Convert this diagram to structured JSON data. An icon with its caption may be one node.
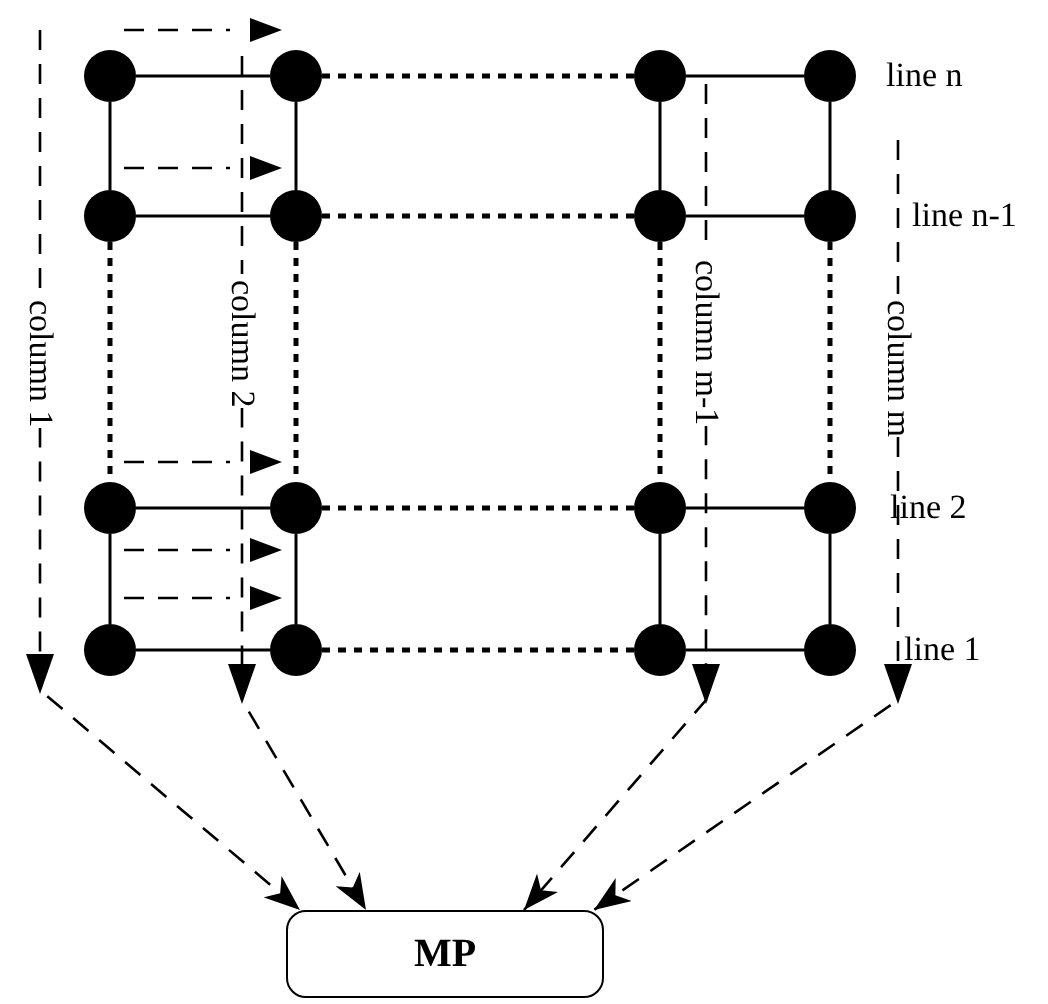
{
  "diagram": {
    "nodes": [
      {
        "text": [],
        "shape": "circle"
      },
      {
        "text": [],
        "shape": "circle"
      },
      {
        "text": [],
        "shape": "circle"
      },
      {
        "text": [],
        "shape": "circle"
      },
      {
        "text": [],
        "shape": "circle"
      },
      {
        "text": [],
        "shape": "circle"
      },
      {
        "text": [],
        "shape": "circle"
      },
      {
        "text": [],
        "shape": "circle"
      },
      {
        "text": [],
        "shape": "circle"
      },
      {
        "text": [],
        "shape": "circle"
      },
      {
        "text": [],
        "shape": "circle"
      },
      {
        "text": [],
        "shape": "circle"
      },
      {
        "text": [],
        "shape": "circle"
      },
      {
        "text": [],
        "shape": "circle"
      },
      {
        "text": [],
        "shape": "circle"
      },
      {
        "text": [],
        "shape": "circle"
      },
      {
        "text": [
          "column 1"
        ]
      },
      {
        "text": [
          "column 2"
        ]
      },
      {
        "text": [
          "column m-1"
        ]
      },
      {
        "text": [
          "column m"
        ]
      },
      {
        "text": [
          "MP"
        ]
      }
    ],
    "edges": [
      {
        "from": 0,
        "to": 1,
        "arrow": "none"
      },
      {
        "from": 1,
        "to": 2,
        "arrow": "none",
        "style": "dashed"
      },
      {
        "from": 2,
        "to": 3,
        "arrow": "none"
      },
      {
        "from": 0,
        "to": 4,
        "arrow": "none"
      },
      {
        "from": 1,
        "to": 5,
        "arrow": "none"
      },
      {
        "from": 2,
        "to": 6,
        "arrow": "none"
      },
      {
        "from": 3,
        "to": 7,
        "arrow": "none"
      },
      {
        "from": 4,
        "to": 5,
        "arrow": "none"
      },
      {
        "from": 5,
        "to": 6,
        "arrow": "none",
        "style": "dashed"
      },
      {
        "from": 6,
        "to": 7,
        "arrow": "none"
      },
      {
        "from": 4,
        "to": 8,
        "arrow": "none",
        "style": "dashed"
      },
      {
        "from": 5,
        "to": 9,
        "arrow": "none",
        "style": "dashed"
      },
      {
        "from": 6,
        "to": 10,
        "arrow": "none",
        "style": "dashed"
      },
      {
        "from": 7,
        "to": 11,
        "arrow": "none",
        "style": "dashed"
      },
      {
        "from": 8,
        "to": 9,
        "arrow": "none"
      },
      {
        "from": 9,
        "to": 10,
        "arrow": "none",
        "style": "dashed"
      },
      {
        "from": 10,
        "to": 11,
        "arrow": "none"
      },
      {
        "from": 8,
        "to": 12,
        "arrow": "none"
      },
      {
        "from": 9,
        "to": 13,
        "arrow": "none"
      },
      {
        "from": 10,
        "to": 14,
        "arrow": "none"
      },
      {
        "from": 11,
        "to": 15,
        "arrow": "none"
      },
      {
        "from": 12,
        "to": 13,
        "arrow": "none"
      },
      {
        "from": 13,
        "to": 14,
        "arrow": "none",
        "style": "dashed"
      },
      {
        "from": 14,
        "to": 15,
        "arrow": "none"
      },
      {
        "from": 16,
        "to": 20,
        "arrow": "to",
        "style": "dashed"
      },
      {
        "from": 17,
        "to": 20,
        "arrow": "to",
        "style": "dashed"
      },
      {
        "from": 18,
        "to": 20,
        "arrow": "to",
        "style": "dashed"
      },
      {
        "from": 19,
        "to": 20,
        "arrow": "to",
        "style": "dashed"
      }
    ],
    "labels": [
      "line n",
      "line n-1",
      "line 2",
      "line 1"
    ]
  }
}
